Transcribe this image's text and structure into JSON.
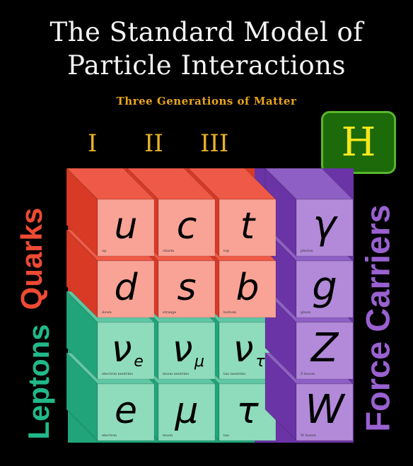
{
  "title": {
    "line1": "The Standard Model of",
    "line2": "Particle Interactions"
  },
  "subtitle": "Three Generations of Matter",
  "generations": [
    "I",
    "II",
    "III"
  ],
  "higgs_label": "H",
  "group_labels": {
    "quarks": "Quarks",
    "leptons": "Leptons",
    "force_carriers": "Force Carriers"
  },
  "quarks": [
    {
      "symbol": "u",
      "name": "up"
    },
    {
      "symbol": "c",
      "name": "charm"
    },
    {
      "symbol": "t",
      "name": "top"
    },
    {
      "symbol": "d",
      "name": "down"
    },
    {
      "symbol": "s",
      "name": "strange"
    },
    {
      "symbol": "b",
      "name": "bottom"
    }
  ],
  "leptons": [
    {
      "symbol": "ν",
      "sub": "e",
      "name": "electron neutrino"
    },
    {
      "symbol": "ν",
      "sub": "μ",
      "name": "muon neutrino"
    },
    {
      "symbol": "ν",
      "sub": "τ",
      "name": "tau neutrino"
    },
    {
      "symbol": "e",
      "name": "electron"
    },
    {
      "symbol": "μ",
      "name": "muon"
    },
    {
      "symbol": "τ",
      "name": "tau"
    }
  ],
  "bosons": [
    {
      "symbol": "γ",
      "name": "photon"
    },
    {
      "symbol": "g",
      "name": "gluon"
    },
    {
      "symbol": "Z",
      "name": "Z boson"
    },
    {
      "symbol": "W",
      "name": "W boson"
    }
  ],
  "colors": {
    "quark_face": "#f8a396",
    "quark_top": "#ee5a47",
    "quark_side": "#d83a26",
    "lepton_face": "#8fdcbd",
    "lepton_top": "#5fc7a3",
    "lepton_side": "#21a47a",
    "boson_face": "#b28ad9",
    "boson_top": "#8e5fc4",
    "boson_side": "#6a34a6",
    "quarks_label": "#ef4a33",
    "leptons_label": "#21b989",
    "force_label": "#9a61d1",
    "generation_numeral": "#e8b227",
    "subtitle": "#e8a51b",
    "higgs_bg": "#1c6a0a",
    "higgs_text": "#f6e81b"
  }
}
